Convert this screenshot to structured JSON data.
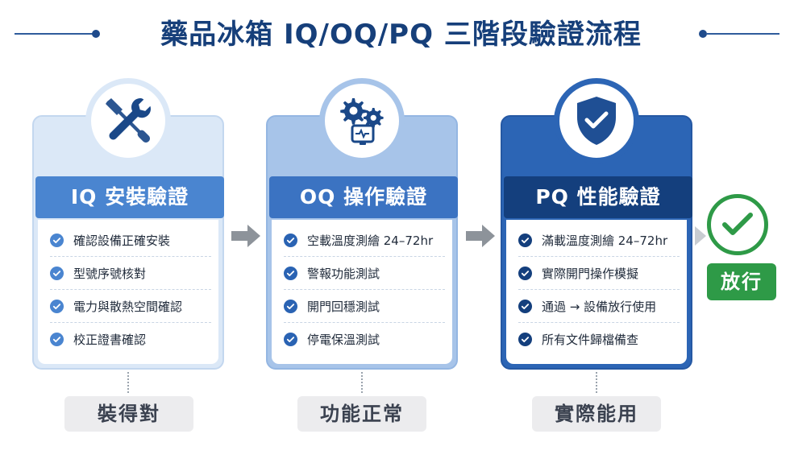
{
  "title": "藥品冰箱 IQ/OQ/PQ 三階段驗證流程",
  "colors": {
    "navy": "#163f7a",
    "iq_blue": "#4a85d0",
    "oq_blue": "#3b73c2",
    "pq_navy": "#143f7d",
    "release_green": "#2e9a47",
    "arrow_gray": "#8d939a"
  },
  "stages": [
    {
      "icon": "wrench-screwdriver-icon",
      "heading": "IQ 安裝驗證",
      "items": [
        "確認設備正確安裝",
        "型號序號核對",
        "電力與散熱空間確認",
        "校正證書確認"
      ],
      "summary": "裝得對"
    },
    {
      "icon": "gears-monitor-icon",
      "heading": "OQ 操作驗證",
      "items": [
        "空載溫度測繪 24–72hr",
        "警報功能測試",
        "開門回穩測試",
        "停電保溫測試"
      ],
      "summary": "功能正常"
    },
    {
      "icon": "shield-check-icon",
      "heading": "PQ 性能驗證",
      "items": [
        "滿載溫度測繪 24–72hr",
        "實際開門操作模擬",
        "通過 → 設備放行使用",
        "所有文件歸檔備查"
      ],
      "summary": "實際能用"
    }
  ],
  "release": {
    "icon": "check-circle-icon",
    "label": "放行"
  }
}
